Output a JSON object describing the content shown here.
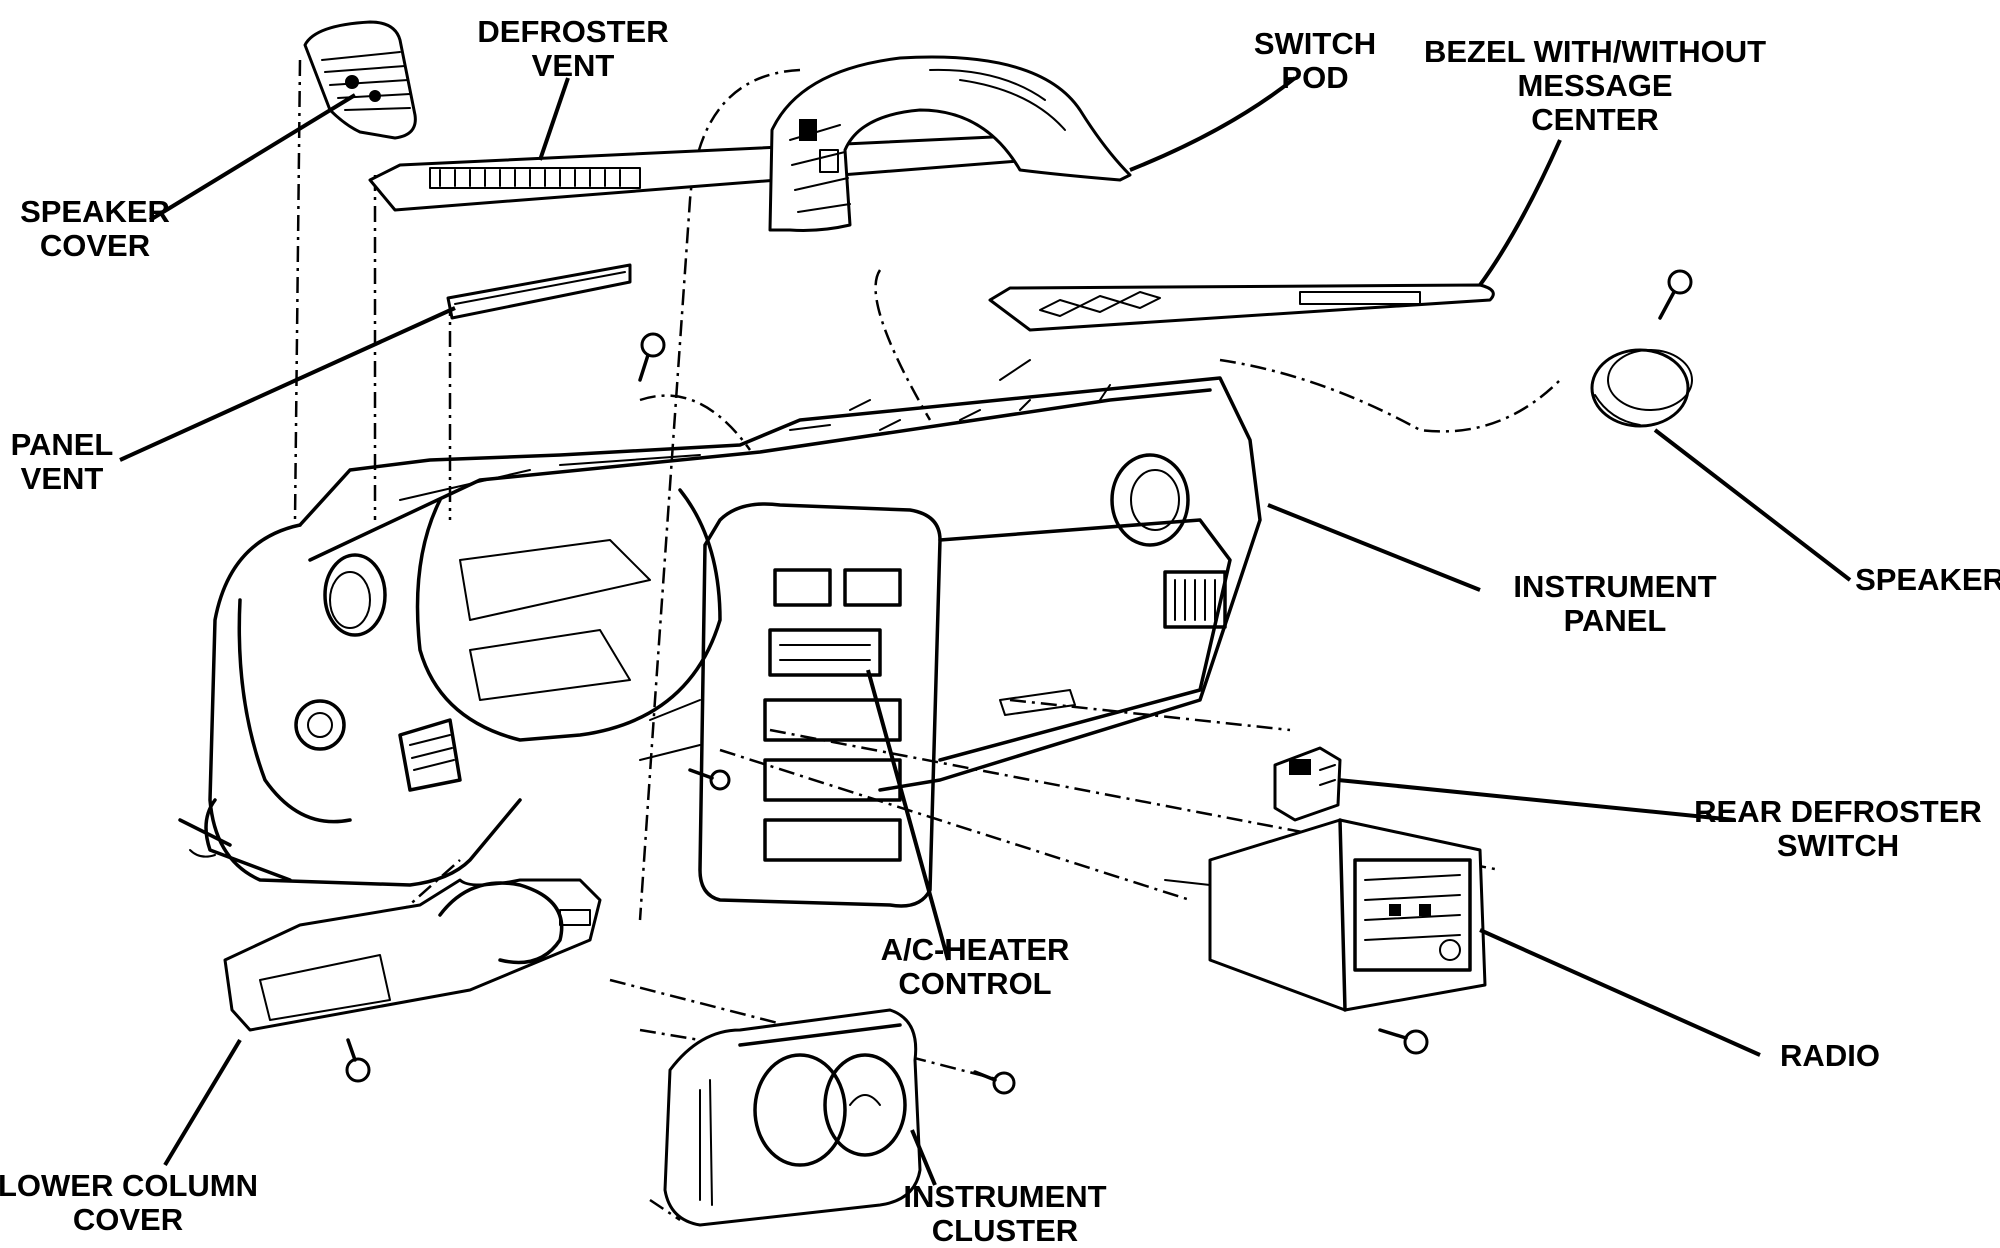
{
  "labels": {
    "speaker_cover": [
      "SPEAKER",
      "COVER"
    ],
    "defroster_vent": [
      "DEFROSTER",
      "VENT"
    ],
    "switch_pod": [
      "SWITCH",
      "POD"
    ],
    "bezel": [
      "BEZEL WITH/WITHOUT",
      "MESSAGE",
      "CENTER"
    ],
    "panel_vent": [
      "PANEL",
      "VENT"
    ],
    "instrument_panel": [
      "INSTRUMENT",
      "PANEL"
    ],
    "speaker": [
      "SPEAKER"
    ],
    "rear_defroster_switch": [
      "REAR DEFROSTER",
      "SWITCH"
    ],
    "ac_heater_control": [
      "A/C-HEATER",
      "CONTROL"
    ],
    "radio": [
      "RADIO"
    ],
    "lower_column_cover": [
      "LOWER COLUMN",
      "COVER"
    ],
    "instrument_cluster": [
      "INSTRUMENT",
      "CLUSTER"
    ]
  }
}
